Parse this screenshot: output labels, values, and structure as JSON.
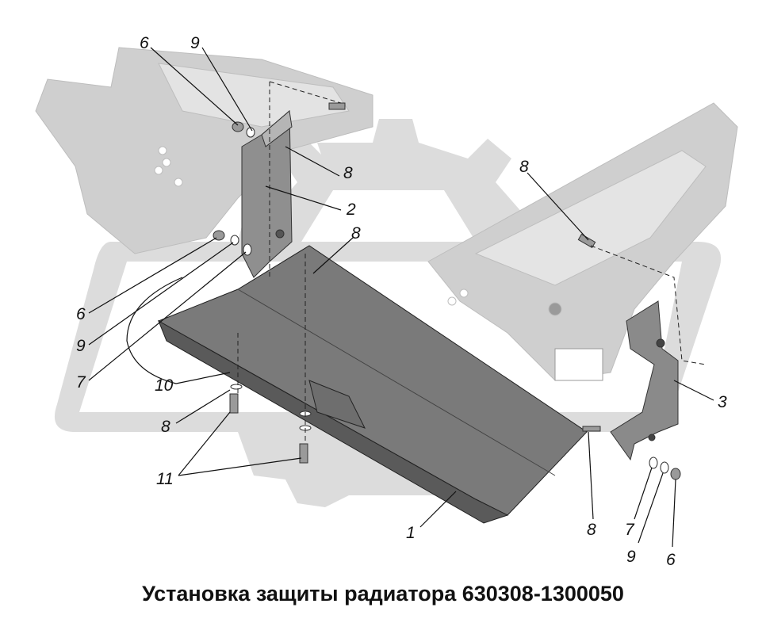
{
  "caption": "Установка защиты радиатора 630308-1300050",
  "callouts": {
    "c6_top": "6",
    "c9_top": "9",
    "c8_a": "8",
    "c2": "2",
    "c8_b": "8",
    "c8_right": "8",
    "c6_left": "6",
    "c9_left": "9",
    "c7_left": "7",
    "c10": "10",
    "c8_c": "8",
    "c11": "11",
    "c3": "3",
    "c1": "1",
    "c8_d": "8",
    "c7_br": "7",
    "c9_br": "9",
    "c6_br": "6"
  },
  "colors": {
    "frame_gray": "#d0d0d0",
    "watermark_gray": "#dcdcdc",
    "plate_dark": "#6a6a6a",
    "line": "#111111"
  }
}
